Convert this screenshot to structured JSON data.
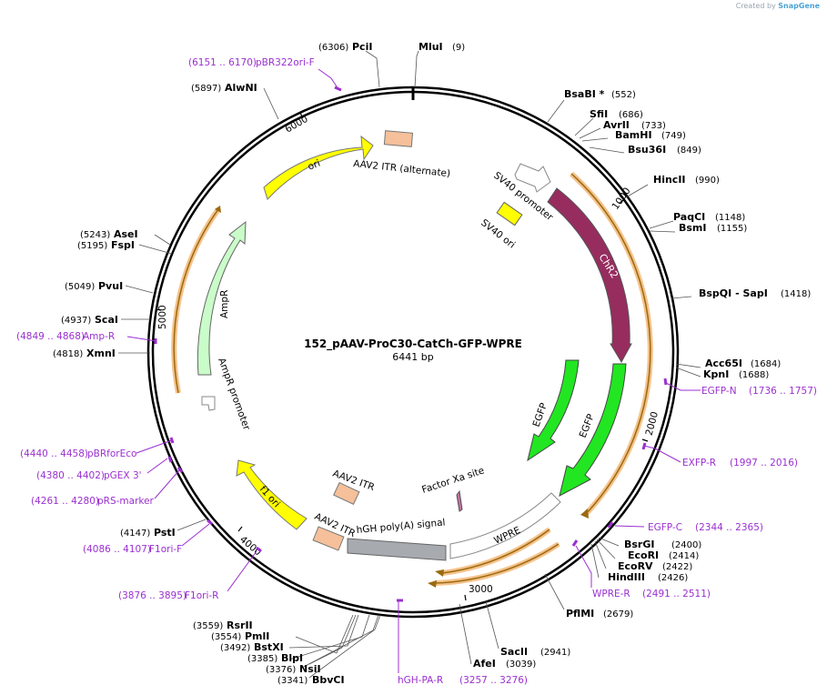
{
  "plasmid": {
    "name": "152_pAAV-ProC30-CatCh-GFP-WPRE",
    "size": "6441 bp"
  },
  "credit": {
    "prefix": "Created by",
    "brand": "SnapGene"
  },
  "ticks": [
    "1000",
    "2000",
    "3000",
    "4000",
    "5000",
    "6000"
  ],
  "colors": {
    "cds_red": "#962d5e",
    "cds_green": "#22e622",
    "ori": "#ffff00",
    "ampr": "#c9fcc9",
    "primer": "#9b30d0",
    "itr": "#f5c09a",
    "polyA": "#a7abb0"
  },
  "sites": [
    {
      "name": "PciI",
      "pos": "(6306)"
    },
    {
      "name": "MluI",
      "pos": "(9)"
    },
    {
      "name": "BsaBI *",
      "pos": "(552)"
    },
    {
      "name": "SfiI",
      "pos": "(686)"
    },
    {
      "name": "AvrII",
      "pos": "(733)"
    },
    {
      "name": "BamHI",
      "pos": "(749)"
    },
    {
      "name": "Bsu36I",
      "pos": "(849)"
    },
    {
      "name": "HincII",
      "pos": "(990)"
    },
    {
      "name": "PaqCI",
      "pos": "(1148)"
    },
    {
      "name": "BsmI",
      "pos": "(1155)"
    },
    {
      "name": "BspQI - SapI",
      "pos": "(1418)"
    },
    {
      "name": "Acc65I",
      "pos": "(1684)"
    },
    {
      "name": "KpnI",
      "pos": "(1688)"
    },
    {
      "name": "BsrGI",
      "pos": "(2400)"
    },
    {
      "name": "EcoRI",
      "pos": "(2414)"
    },
    {
      "name": "EcoRV",
      "pos": "(2422)"
    },
    {
      "name": "HindIII",
      "pos": "(2426)"
    },
    {
      "name": "PflMI",
      "pos": "(2679)"
    },
    {
      "name": "SacII",
      "pos": "(2941)"
    },
    {
      "name": "AfeI",
      "pos": "(3039)"
    },
    {
      "name": "RsrII",
      "pos": "(3559)"
    },
    {
      "name": "PmlI",
      "pos": "(3554)"
    },
    {
      "name": "BstXI",
      "pos": "(3492)"
    },
    {
      "name": "BlpI",
      "pos": "(3385)"
    },
    {
      "name": "NsiI",
      "pos": "(3376)"
    },
    {
      "name": "BbvCI",
      "pos": "(3341)"
    },
    {
      "name": "PstI",
      "pos": "(4147)"
    },
    {
      "name": "XmnI",
      "pos": "(4818)"
    },
    {
      "name": "ScaI",
      "pos": "(4937)"
    },
    {
      "name": "PvuI",
      "pos": "(5049)"
    },
    {
      "name": "AseI",
      "pos": "(5243)"
    },
    {
      "name": "FspI",
      "pos": "(5195)"
    },
    {
      "name": "AlwNI",
      "pos": "(5897)"
    }
  ],
  "primers": [
    {
      "name": "pBR322ori-F",
      "range": "(6151 .. 6170)"
    },
    {
      "name": "EGFP-N",
      "range": "(1736 .. 1757)"
    },
    {
      "name": "EXFP-R",
      "range": "(1997 .. 2016)"
    },
    {
      "name": "EGFP-C",
      "range": "(2344 .. 2365)"
    },
    {
      "name": "WPRE-R",
      "range": "(2491 .. 2511)"
    },
    {
      "name": "hGH-PA-R",
      "range": "(3257 .. 3276)"
    },
    {
      "name": "F1ori-R",
      "range": "(3876 .. 3895)"
    },
    {
      "name": "F1ori-F",
      "range": "(4086 .. 4107)"
    },
    {
      "name": "pRS-marker",
      "range": "(4261 .. 4280)"
    },
    {
      "name": "pGEX 3'",
      "range": "(4380 .. 4402)"
    },
    {
      "name": "pBRforEco",
      "range": "(4440 .. 4458)"
    },
    {
      "name": "Amp-R",
      "range": "(4849 .. 4868)"
    }
  ],
  "features": {
    "ori": "ori",
    "itr_alt": "AAV2 ITR (alternate)",
    "sv40_promoter": "SV40 promoter",
    "sv40_ori": "SV40 ori",
    "chr2": "ChR2",
    "egfp_inner": "EGFP",
    "egfp_outer": "EGFP",
    "factor_xa": "Factor Xa site",
    "wpre": "WPRE",
    "hgh": "hGH poly(A) signal",
    "itr_inner": "AAV2 ITR",
    "itr_outer": "AAV2 ITR",
    "f1ori": "f1 ori",
    "ampr": "AmpR",
    "ampr_promoter": "AmpR promoter"
  }
}
